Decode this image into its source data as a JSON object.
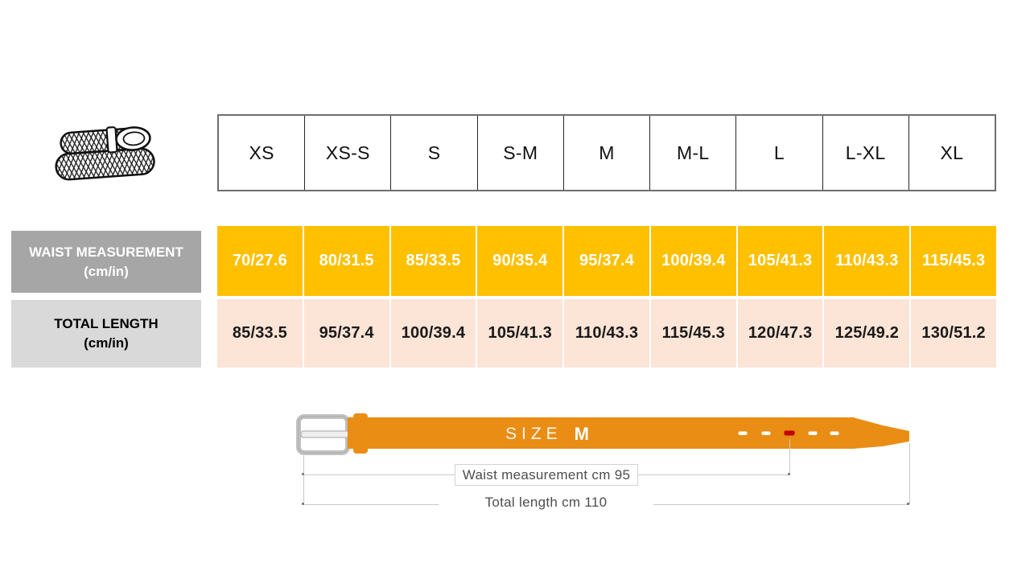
{
  "size_chart": {
    "sizes": [
      "XS",
      "XS-S",
      "S",
      "S-M",
      "M",
      "M-L",
      "L",
      "L-XL",
      "XL"
    ],
    "waist_row": {
      "label": "WAIST MEASUREMENT",
      "unit": "(cm/in)",
      "values": [
        "70/27.6",
        "80/31.5",
        "85/33.5",
        "90/35.4",
        "95/37.4",
        "100/39.4",
        "105/41.3",
        "110/43.3",
        "115/45.3"
      ]
    },
    "length_row": {
      "label": "TOTAL LENGTH",
      "unit": "(cm/in)",
      "values": [
        "85/33.5",
        "95/37.4",
        "100/39.4",
        "105/41.3",
        "110/43.3",
        "115/45.3",
        "120/47.3",
        "125/49.2",
        "130/51.2"
      ]
    }
  },
  "belt_diagram": {
    "size_label": "SIZE",
    "size_value": "M",
    "waist_annotation": "Waist measurement cm 95",
    "length_annotation": "Total length cm 110"
  },
  "colors": {
    "waist_cell": "#FFC000",
    "length_cell": "#FCE4D6",
    "waist_label_bg": "#A6A6A6",
    "length_label_bg": "#D9D9D9",
    "belt": "#E98D15",
    "marked_hole": "#C00000"
  }
}
